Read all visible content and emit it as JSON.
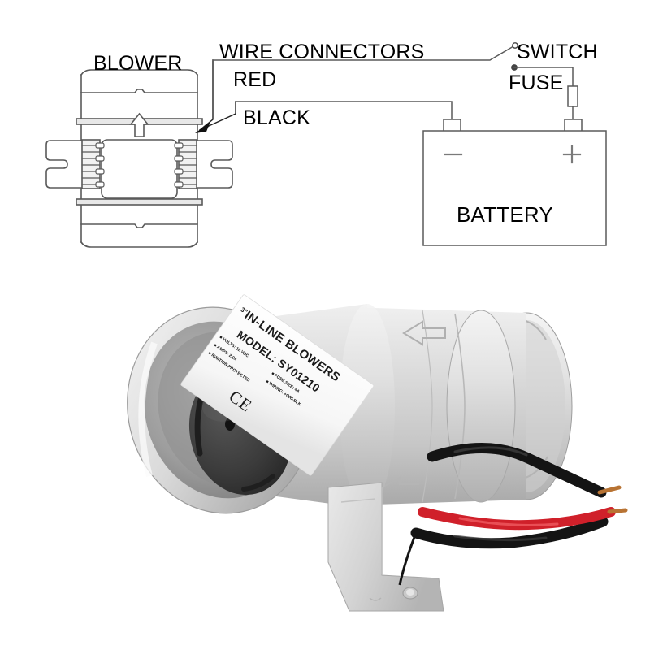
{
  "diagram": {
    "title_labels": {
      "blower": "BLOWER",
      "wire_connectors": "WIRE CONNECTORS",
      "red": "RED",
      "black": "BLACK",
      "switch": "SWITCH",
      "fuse": "FUSE",
      "battery": "BATTERY"
    },
    "battery_terminals": {
      "negative": "–",
      "positive": "+"
    },
    "line_color": "#5a5a5a",
    "text_color": "#000000"
  },
  "product": {
    "label": {
      "heading_size": "3\"",
      "heading": "IN-LINE BLOWERS",
      "model": "MODEL: SY01210",
      "specs": [
        "VOLTS: 12 VDC",
        "AMPS: 2.9A",
        "IGNITION PROTECTED",
        "FUSE SIZE: 4A",
        "WIRING: +OR/-BLK"
      ],
      "certification": "CE"
    },
    "colors": {
      "body_gray": "#d4d4d4",
      "body_shadow": "#9a9a9a",
      "body_light": "#efefef",
      "impeller_dark": "#3a3a3a",
      "wire_red": "#d0202a",
      "wire_black": "#141414",
      "copper": "#b87333"
    },
    "wires": [
      {
        "name": "black-wire-upper",
        "color": "#141414"
      },
      {
        "name": "red-wire",
        "color": "#d0202a"
      },
      {
        "name": "black-wire-lower",
        "color": "#141414"
      }
    ]
  }
}
